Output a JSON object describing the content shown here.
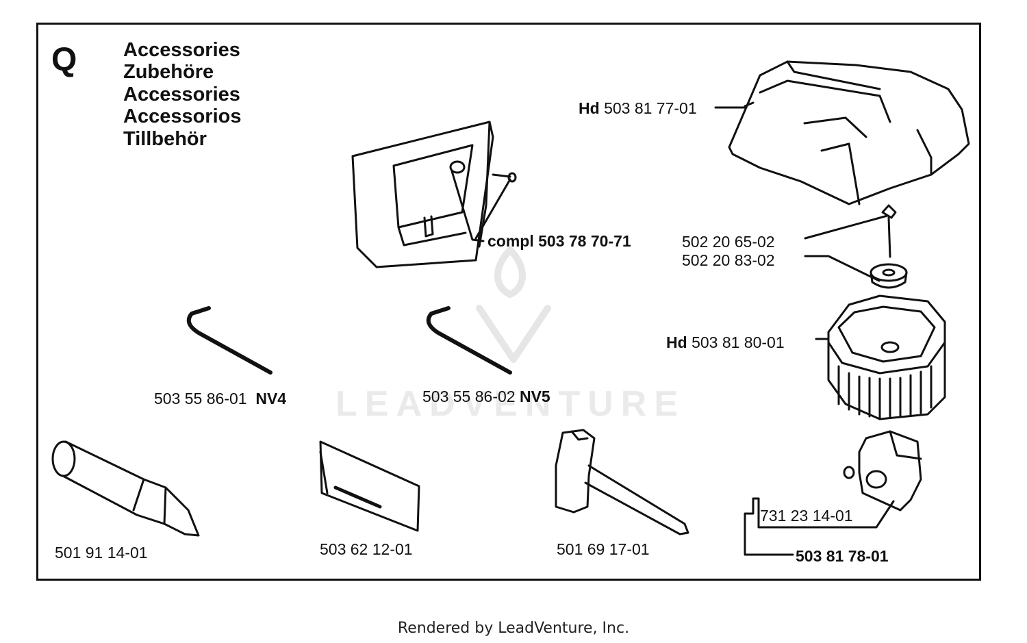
{
  "section_letter": "Q",
  "titles": [
    "Accessories",
    "Zubehöre",
    "Accessories",
    "Accessorios",
    "Tillbehör"
  ],
  "watermark": "LEADVENTURE",
  "parts": {
    "cover_hd": "Hd",
    "cover_num": "503 81 77-01",
    "cylinder_compl": "compl",
    "cylinder_num": "503 78 70-71",
    "screw_num": "502 20 65-02",
    "nut_num": "502 20 83-02",
    "filter_hd": "Hd",
    "filter_num": "503 81 80-01",
    "key4_num": "503 55 86-01",
    "key4_tag": "NV4",
    "key5_num": "503 55 86-02",
    "key5_tag": "NV5",
    "grease_num": "501 91 14-01",
    "cover_bar_num": "503 62 12-01",
    "wrench_num": "501 69 17-01",
    "carb_nut_num": "731 23 14-01",
    "carb_num": "503 81 78-01"
  },
  "footer": "Rendered by LeadVenture, Inc."
}
